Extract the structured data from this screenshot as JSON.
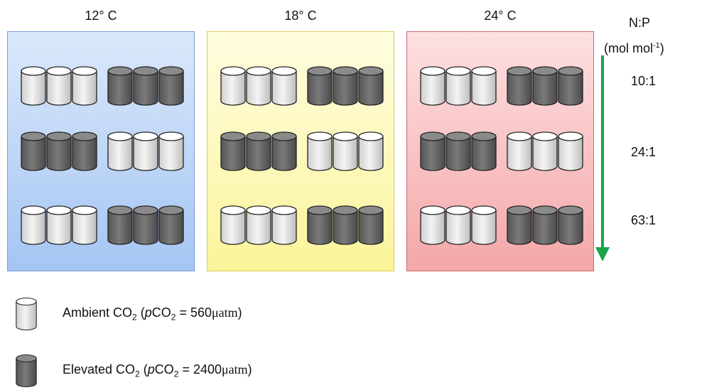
{
  "panels": [
    {
      "label": "12° C",
      "rows": [
        [
          "ambient",
          "elevated"
        ],
        [
          "elevated",
          "ambient"
        ],
        [
          "ambient",
          "elevated"
        ]
      ]
    },
    {
      "label": "18° C",
      "rows": [
        [
          "ambient",
          "elevated"
        ],
        [
          "elevated",
          "ambient"
        ],
        [
          "ambient",
          "elevated"
        ]
      ]
    },
    {
      "label": "24° C",
      "rows": [
        [
          "ambient",
          "elevated"
        ],
        [
          "elevated",
          "ambient"
        ],
        [
          "ambient",
          "elevated"
        ]
      ]
    }
  ],
  "np": {
    "header": "N:P",
    "unit": "(mol mol",
    "unit_exp": "-1",
    "unit_close": ")",
    "ratios": [
      "10:1",
      "24:1",
      "63:1"
    ]
  },
  "legend": {
    "ambient": {
      "pre": "Ambient CO",
      "sub": "2",
      "open": " (",
      "p": "p",
      "co": "CO",
      "sub2": "2",
      "eq": " = 560",
      "unit": "μatm",
      "close": ")"
    },
    "elevated": {
      "pre": "Elevated CO",
      "sub": "2",
      "open": " (",
      "p": "p",
      "co": "CO",
      "sub2": "2",
      "eq": " = 2400",
      "unit": "μatm",
      "close": ")"
    }
  },
  "colors": {
    "ambient": "#e2e2e2",
    "elevated": "#6a6a6a",
    "arrow": "#1aa34a"
  }
}
